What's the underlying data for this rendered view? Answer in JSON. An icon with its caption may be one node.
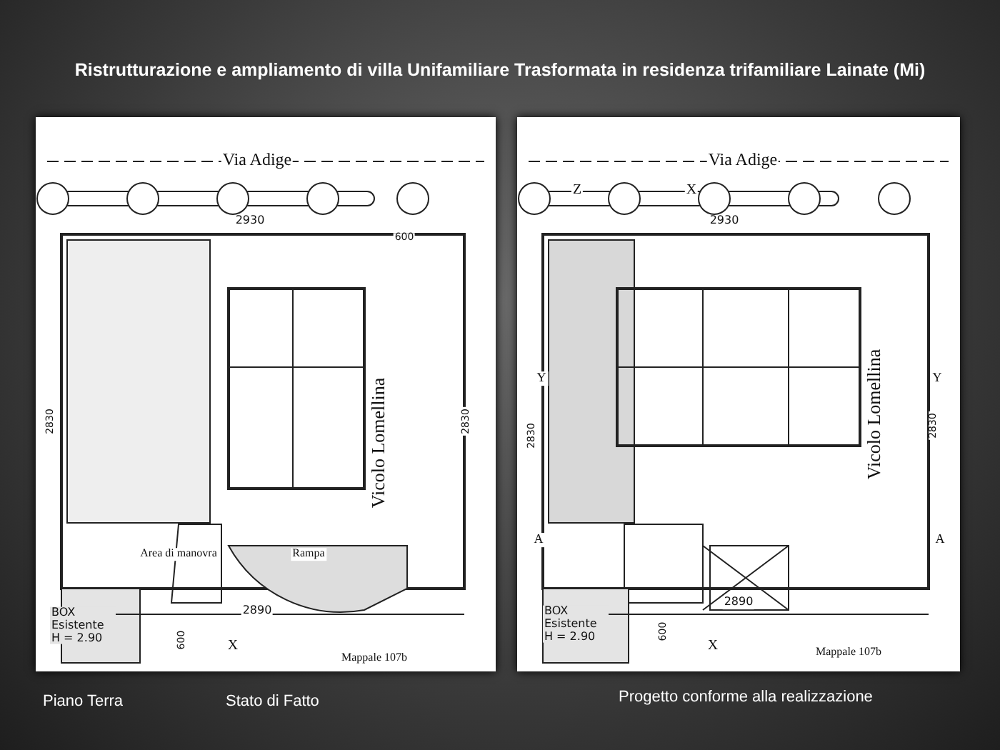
{
  "diagram": {
    "title": "Ristrutturazione e ampliamento di villa Unifamiliare Trasformata in residenza trifamiliare Lainate (Mi)",
    "labels": [
      "Via Adige",
      "2930",
      "600",
      "Vicolo Lomellina",
      "2830",
      "2830",
      "Area di manovra",
      "Rampa",
      "2890",
      "BOX Esistente H = 2.90",
      "600",
      "X",
      "Mappale 107b",
      "Z",
      "X",
      "Via Adige",
      "2930",
      "Vicolo Lomellina",
      "Y",
      "Y",
      "2830",
      "2830",
      "A",
      "A",
      "2890",
      "BOX Esistente H = 2.90",
      "600",
      "X",
      "Mappale 107b",
      "Piano Terra",
      "Stato di Fatto",
      "Progetto conforme alla realizzazione"
    ]
  }
}
